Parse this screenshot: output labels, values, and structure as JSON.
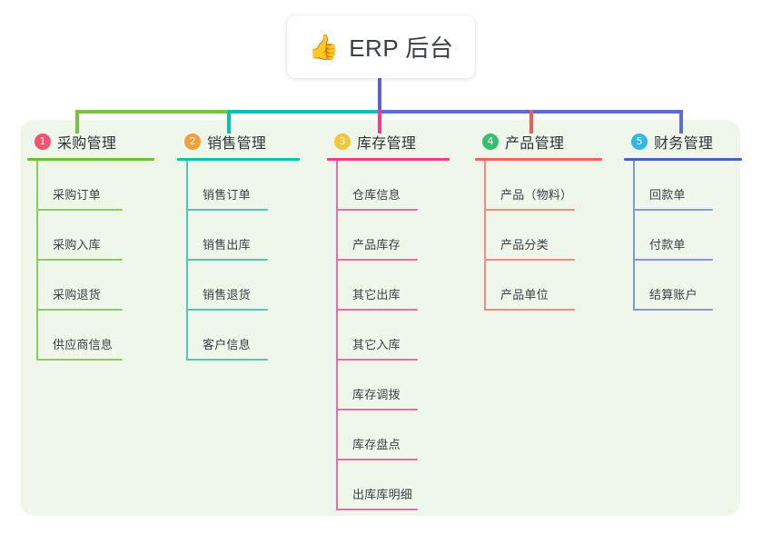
{
  "root": {
    "icon": "thumbs-up-emoji",
    "emoji": "👍",
    "title": "ERP 后台"
  },
  "palette": {
    "panel_background": "#eef7ea",
    "page_background": "#ffffff",
    "stem": "#5b5fd0",
    "green": "#7ac143",
    "teal": "#11bfae",
    "pink": "#ec3f8b",
    "red": "#f05b5b",
    "blue": "#5b6fd0"
  },
  "connectors": {
    "stem_color": "#5b5fd0",
    "segments": [
      {
        "name": "green-bar",
        "color": "#7ac143"
      },
      {
        "name": "teal-bar",
        "color": "#11bfae"
      },
      {
        "name": "blue-bar",
        "color": "#5b6fd0"
      }
    ],
    "drops": [
      {
        "name": "drop-purchase",
        "color": "#7ac143"
      },
      {
        "name": "drop-sales",
        "color": "#11bfae"
      },
      {
        "name": "drop-inventory",
        "color": "#ec3f8b"
      },
      {
        "name": "drop-product",
        "color": "#f05b5b"
      },
      {
        "name": "drop-finance",
        "color": "#5b6fd0"
      }
    ]
  },
  "columns": [
    {
      "number": "1",
      "badge_color": "#f0536d",
      "rule_color": "#6fbf3f",
      "line_color": "#8cc96a",
      "text_color": "#2f333a",
      "title": "采购管理",
      "items": [
        "采购订单",
        "采购入库",
        "采购退货",
        "供应商信息"
      ]
    },
    {
      "number": "2",
      "badge_color": "#f2a03c",
      "rule_color": "#11bfae",
      "line_color": "#4cc8bd",
      "text_color": "#2f333a",
      "title": "销售管理",
      "items": [
        "销售订单",
        "销售出库",
        "销售退货",
        "客户信息"
      ]
    },
    {
      "number": "3",
      "badge_color": "#f2c73c",
      "rule_color": "#ec3f8b",
      "line_color": "#ea6ba6",
      "text_color": "#2f333a",
      "title": "库存管理",
      "items": [
        "仓库信息",
        "产品库存",
        "其它出库",
        "其它入库",
        "库存调拨",
        "库存盘点",
        "出库库明细"
      ]
    },
    {
      "number": "4",
      "badge_color": "#37bf6e",
      "rule_color": "#f2635e",
      "line_color": "#f08c86",
      "text_color": "#2f333a",
      "title": "产品管理",
      "items": [
        "产品（物料）",
        "产品分类",
        "产品单位"
      ]
    },
    {
      "number": "5",
      "badge_color": "#35b6e5",
      "rule_color": "#4a5fc1",
      "line_color": "#8897d8",
      "text_color": "#2f333a",
      "title": "财务管理",
      "items": [
        "回款单",
        "付款单",
        "结算账户"
      ]
    }
  ]
}
